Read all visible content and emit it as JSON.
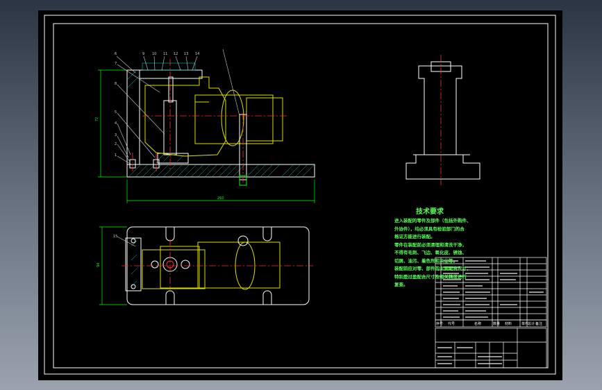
{
  "viewport": {
    "background": "#000000"
  },
  "colors": {
    "frame": "#ffffff",
    "part": "#ffffff",
    "center_line": "#ff3030",
    "hatch": "#00ffff",
    "dimension": "#00ff00",
    "hidden_part": "#ffff00",
    "leader": "#d0d0d0",
    "notes": "#55ff55"
  },
  "main_view": {
    "leaders": [
      {
        "label": "6"
      },
      {
        "label": "9"
      },
      {
        "label": "10"
      },
      {
        "label": "11"
      },
      {
        "label": "12"
      },
      {
        "label": "13"
      },
      {
        "label": "14"
      },
      {
        "label": "7"
      },
      {
        "label": "8"
      },
      {
        "label": "5"
      },
      {
        "label": "4"
      },
      {
        "label": "3"
      },
      {
        "label": "2"
      },
      {
        "label": "1"
      }
    ],
    "height_dim": "72",
    "width_dim": "260"
  },
  "top_view": {
    "leader": "15",
    "width_dim": "94"
  },
  "technical_notes": {
    "title": "技术要求",
    "lines": [
      "进入装配的零件及部件（包括外购件、",
      "外协件），均必须具有检验部门的合",
      "格证方能进行装配。",
      "零件在装配前必须清理和清洗干净，",
      "不得有毛刺、飞边、氧化皮、锈蚀、",
      "切屑、油污、着色剂和灰尘等。",
      "装配前应对零、部件的主要配合尺寸，",
      "特别是过盈配合尺寸及相关精度进行",
      "复查。"
    ]
  },
  "parts_table": {
    "footer_labels": [
      "序号",
      "代号",
      "名称",
      "数量",
      "材料",
      "单件",
      "总计",
      "备注"
    ]
  }
}
